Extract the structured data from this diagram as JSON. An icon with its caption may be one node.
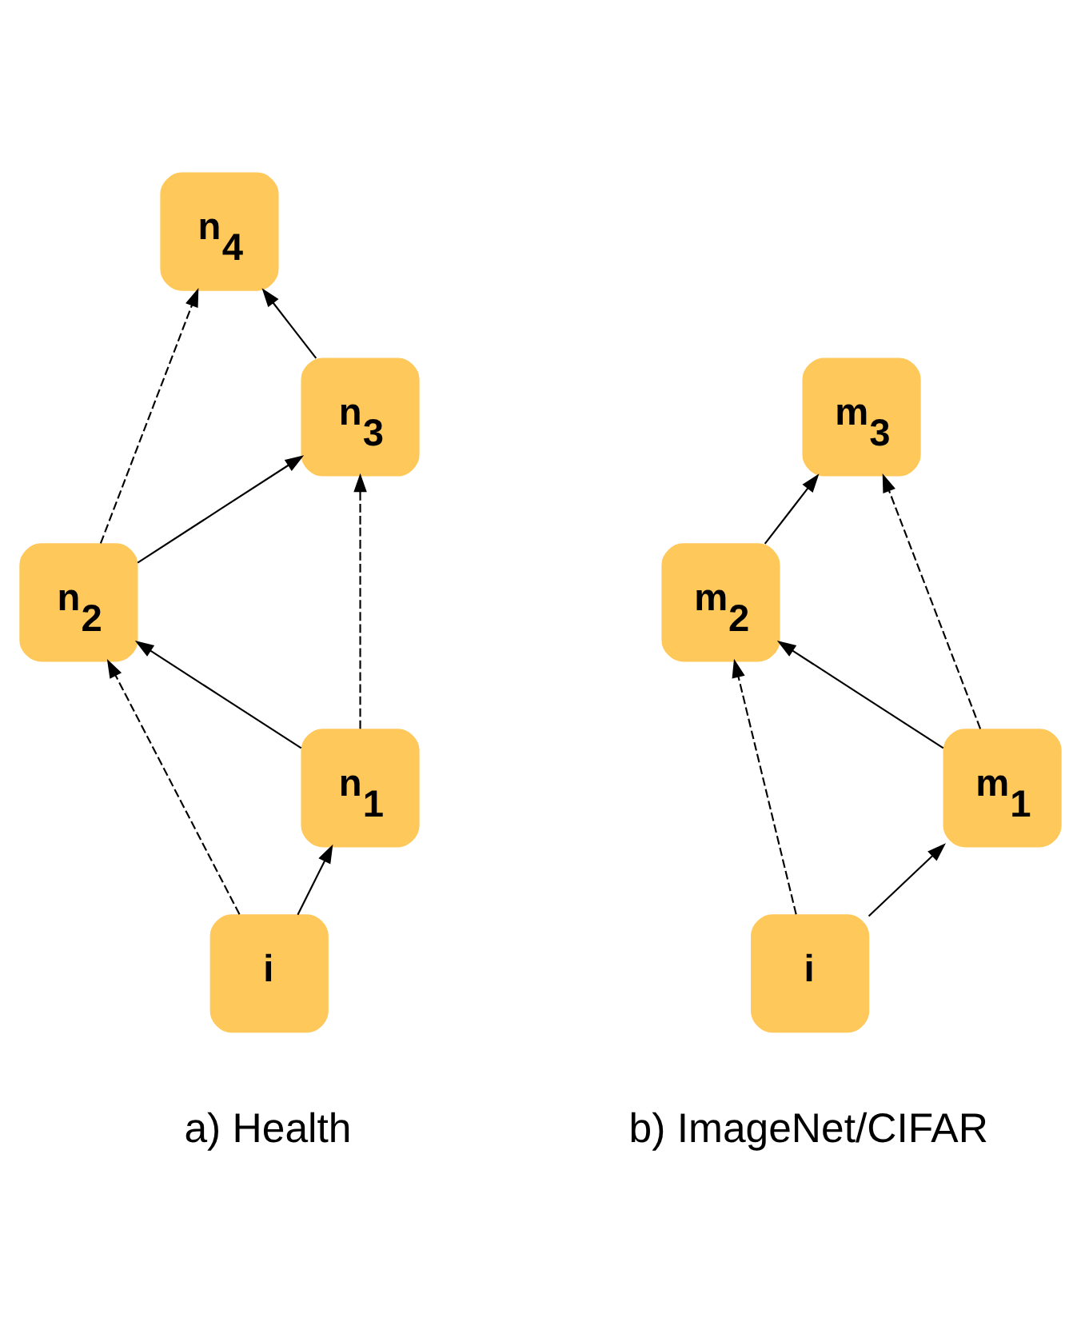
{
  "diagram": {
    "nodes": [
      {
        "text": [
          "n$_{4}$"
        ]
      },
      {
        "text": [
          "n$_{3}$"
        ]
      },
      {
        "text": [
          "n$_{2}$"
        ]
      },
      {
        "text": [
          "n$_{1}$"
        ]
      },
      {
        "text": [
          "i"
        ]
      },
      {
        "text": [
          "m$_{3}$"
        ]
      },
      {
        "text": [
          "m$_{2}$"
        ]
      },
      {
        "text": [
          "m$_{1}$"
        ]
      },
      {
        "text": [
          "i"
        ]
      }
    ],
    "edges": [
      {
        "from": 4,
        "to": 3,
        "arrow": "to"
      },
      {
        "from": 3,
        "to": 2,
        "arrow": "to"
      },
      {
        "from": 2,
        "to": 1,
        "arrow": "to"
      },
      {
        "from": 1,
        "to": 0,
        "arrow": "to"
      },
      {
        "from": 4,
        "to": 2,
        "arrow": "to",
        "style": "dashed"
      },
      {
        "from": 3,
        "to": 1,
        "arrow": "to",
        "style": "dashed"
      },
      {
        "from": 2,
        "to": 0,
        "arrow": "to",
        "style": "dashed"
      },
      {
        "from": 8,
        "to": 7,
        "arrow": "to"
      },
      {
        "from": 7,
        "to": 6,
        "arrow": "to"
      },
      {
        "from": 6,
        "to": 5,
        "arrow": "to"
      },
      {
        "from": 8,
        "to": 6,
        "arrow": "to",
        "style": "dashed"
      },
      {
        "from": 7,
        "to": 5,
        "arrow": "to",
        "style": "dashed"
      }
    ],
    "labels": [
      "a) Health",
      "b) ImageNet/CIFAR"
    ]
  }
}
